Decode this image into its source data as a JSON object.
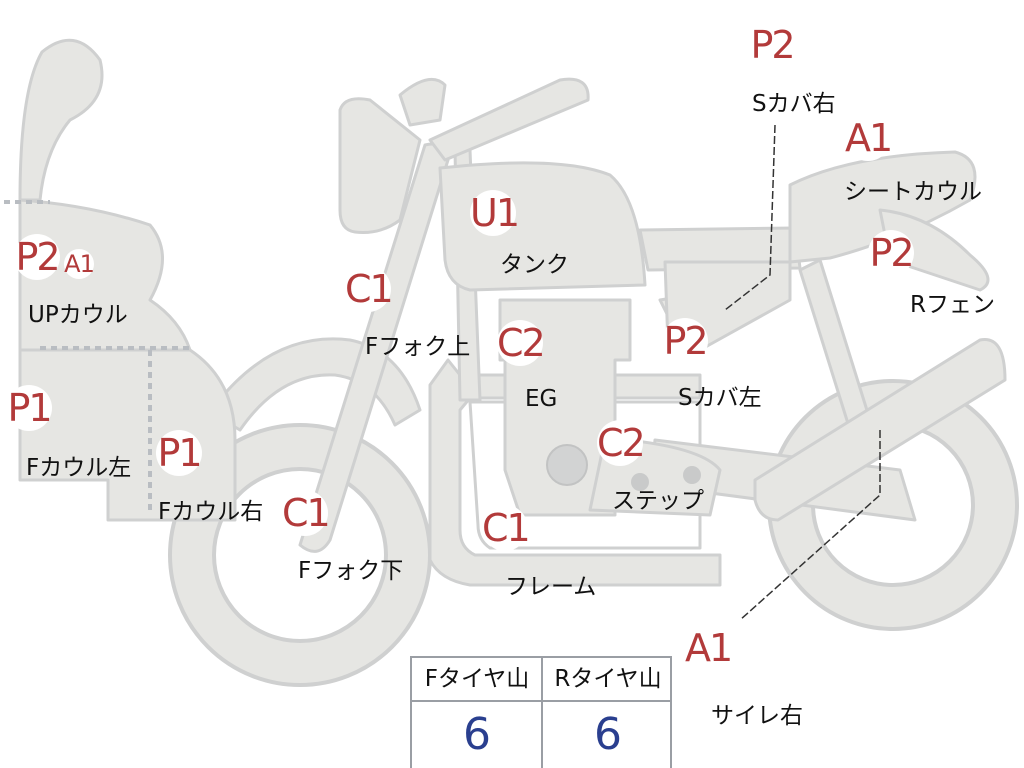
{
  "colors": {
    "grade": "#b23a3a",
    "label": "#111111",
    "tire_value": "#2a3f8f",
    "part_fill": "#e6e6e3",
    "part_stroke": "#cfd0d0"
  },
  "parts": [
    {
      "id": "s-cover-right",
      "grade": "P2",
      "label": "Sカバ右"
    },
    {
      "id": "seat-cowl",
      "grade": "A1",
      "label": "シートカウル"
    },
    {
      "id": "up-cowl",
      "grade": "P2",
      "sub_grade": "A1",
      "label": "UPカウル"
    },
    {
      "id": "tank",
      "grade": "U1",
      "label": "タンク"
    },
    {
      "id": "r-fender",
      "grade": "P2",
      "label": "Rフェン"
    },
    {
      "id": "f-fork-upper",
      "grade": "C1",
      "label": "Fフォク上"
    },
    {
      "id": "engine",
      "grade": "C2",
      "label": "EG"
    },
    {
      "id": "s-cover-left",
      "grade": "P2",
      "label": "Sカバ左"
    },
    {
      "id": "f-cowl-left",
      "grade": "P1",
      "label": "Fカウル左"
    },
    {
      "id": "f-cowl-right",
      "grade": "P1",
      "label": "Fカウル右"
    },
    {
      "id": "step",
      "grade": "C2",
      "label": "ステップ"
    },
    {
      "id": "f-fork-lower",
      "grade": "C1",
      "label": "Fフォク下"
    },
    {
      "id": "frame",
      "grade": "C1",
      "label": "フレーム"
    },
    {
      "id": "muffler-right",
      "grade": "A1",
      "label": "サイレ右"
    }
  ],
  "tire_table": {
    "headers": [
      "Fタイヤ山",
      "Rタイヤ山"
    ],
    "values": [
      "6",
      "6"
    ]
  }
}
